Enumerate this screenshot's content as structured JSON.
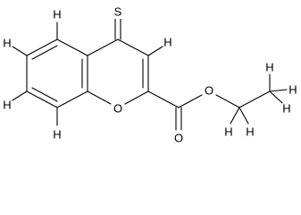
{
  "molecule": {
    "atoms": [
      {
        "id": "S1",
        "label": "S"
      },
      {
        "id": "O1",
        "label": "O"
      },
      {
        "id": "O2",
        "label": "O"
      },
      {
        "id": "O3",
        "label": "O"
      },
      {
        "id": "H5",
        "label": "H"
      },
      {
        "id": "H6",
        "label": "H"
      },
      {
        "id": "H7",
        "label": "H"
      },
      {
        "id": "H8",
        "label": "H"
      },
      {
        "id": "H3",
        "label": "H"
      },
      {
        "id": "Ha",
        "label": "H"
      },
      {
        "id": "Hb",
        "label": "H"
      },
      {
        "id": "Hc",
        "label": "H"
      },
      {
        "id": "Hd",
        "label": "H"
      },
      {
        "id": "He",
        "label": "H"
      }
    ]
  }
}
